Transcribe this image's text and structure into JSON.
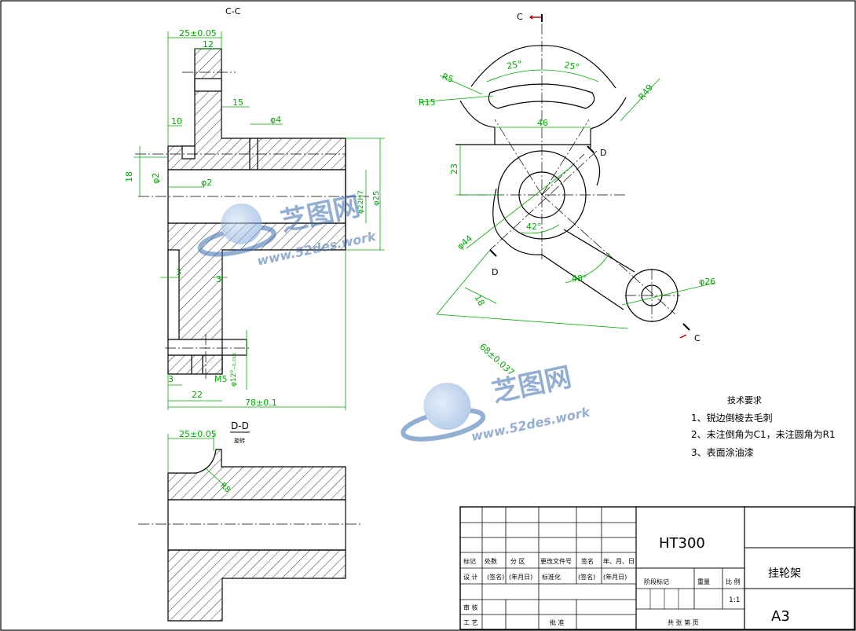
{
  "views": {
    "section_cc_label": "C-C",
    "section_dd_label": "D-D",
    "section_dd_sub": "旋转",
    "cut_c": "C",
    "cut_d": "D"
  },
  "dims": {
    "d_25_top": "25±0.05",
    "d_12": "12",
    "d_15": "15",
    "d_10": "10",
    "d_phi4": "φ4",
    "d_18": "18",
    "d_phi2_a": "φ2",
    "d_phi2_b": "φ2",
    "d_phi22": "φ22H7",
    "d_phi25": "φ25",
    "d_3a": "3",
    "d_3b": "3",
    "d_phi12": "φ12⁰₋₀.₀₁₁",
    "d_3c": "3",
    "d_m5": "M5",
    "d_22": "22",
    "d_78": "78±0.1",
    "d_25_bot": "25±0.05",
    "d_r8": "R8",
    "d_ang25a": "25°",
    "d_ang25b": "25°",
    "d_r5": "R5",
    "d_r15": "R15",
    "d_r49": "R49",
    "d_46": "46",
    "d_23": "23",
    "d_phi44": "φ44",
    "d_42": "42°",
    "d_48": "48°",
    "d_18b": "18",
    "d_phi26": "φ26",
    "d_68": "68±0.037"
  },
  "notes": {
    "title": "技术要求",
    "line1": "1、锐边倒棱去毛刺",
    "line2": "2、未注倒角为C1，未注圆角为R1",
    "line3": "3、表面涂油漆"
  },
  "title_block": {
    "material": "HT300",
    "part_name": "挂轮架",
    "sheet_size": "A3",
    "scale": "1:1",
    "h_biaoji": "标记",
    "h_chushu": "处数",
    "h_fenqu": "分 区",
    "h_gengai": "更改文件号",
    "h_qianming": "签名",
    "h_date": "年、月、日",
    "r_sheji": "设 计",
    "r_qianming": "(签名)",
    "r_nianyueri": "(年月日)",
    "r_biaozhunhua": "标准化",
    "r_qianming2": "(签名)",
    "r_nianyueri2": "(年月日)",
    "r_shenhe": "审 核",
    "r_gongyi": "工 艺",
    "r_pizhun": "批 准",
    "jieduan": "阶段标记",
    "zhongliang": "重量",
    "bili": "比 例",
    "sheets": "共  张 第  页"
  },
  "watermark": {
    "brand": "芝图网",
    "url": "www.52des.work"
  },
  "colors": {
    "outline": "#000000",
    "dimension": "#00aa00",
    "cut_arrow": "#cc0000",
    "watermark": "#3a6fb0"
  }
}
